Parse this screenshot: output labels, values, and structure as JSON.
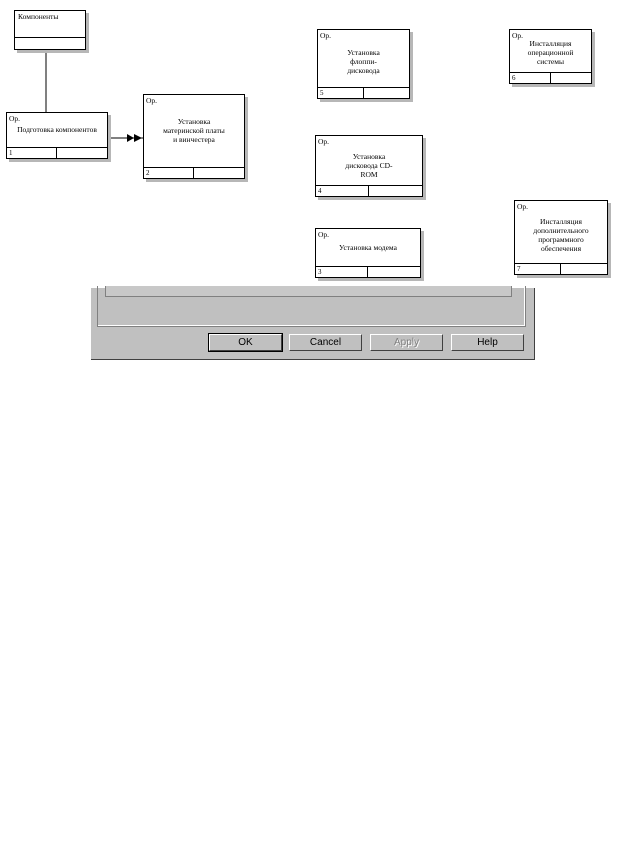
{
  "diagram": {
    "entity": {
      "label": "Компоненты"
    },
    "nodes": [
      {
        "id": "n1",
        "code": "Ор.",
        "name": "Подготовка компонентов",
        "number": "1"
      },
      {
        "id": "n2",
        "code": "Ор.",
        "name": "Установка материнской платы и винчестера",
        "number": "2"
      },
      {
        "id": "n3",
        "code": "Ор.",
        "name": "Установка флоппи-дисковода",
        "number": "5"
      },
      {
        "id": "n4",
        "code": "Ор.",
        "name": "Установка дисковода CD-ROM",
        "number": "4"
      },
      {
        "id": "n5",
        "code": "Ор.",
        "name": "Установка модема",
        "number": "3"
      },
      {
        "id": "n6",
        "code": "Ор.",
        "name": "Инсталляция операционной системы",
        "number": "6"
      },
      {
        "id": "n7",
        "code": "Ор.",
        "name": "Инсталляция дополнительного программного обеспечения",
        "number": "7"
      }
    ]
  },
  "dialog": {
    "buttons": {
      "ok": "OK",
      "cancel": "Cancel",
      "apply": "Apply",
      "help": "Help"
    }
  }
}
